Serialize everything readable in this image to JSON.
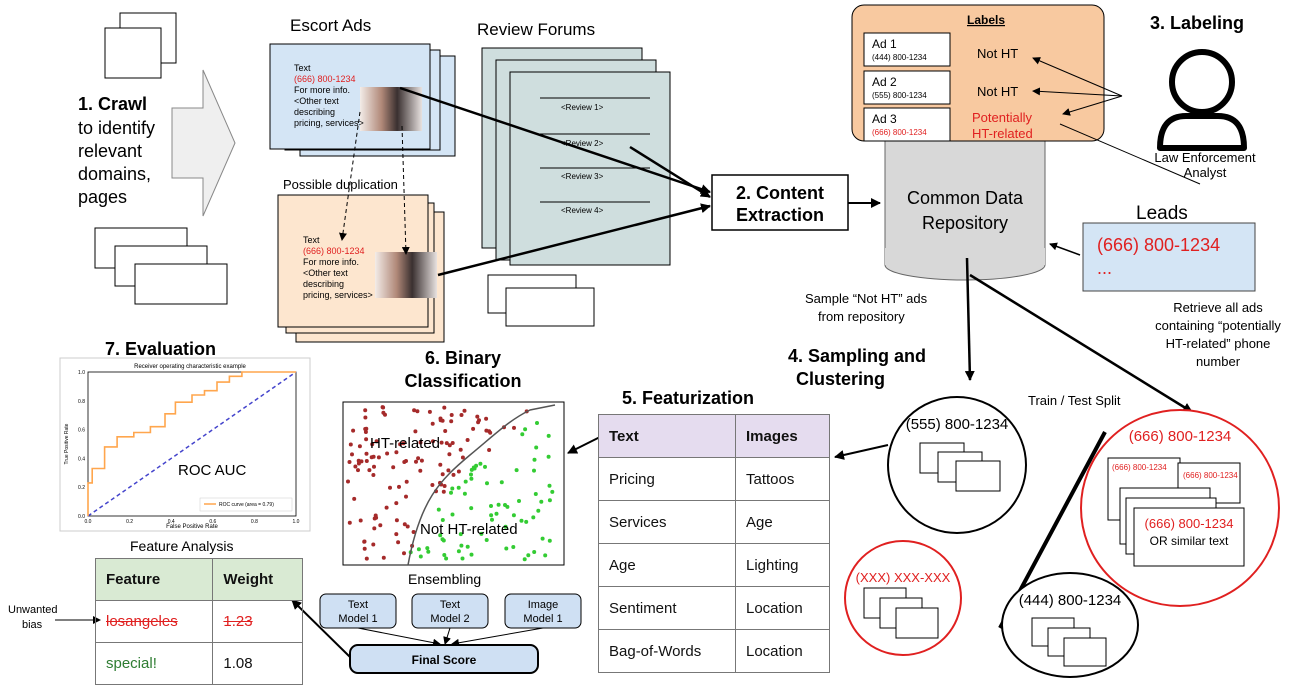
{
  "crawl": {
    "title": "1. Crawl",
    "desc": [
      "to identify",
      "relevant",
      "domains,",
      "pages"
    ]
  },
  "escort_ads": {
    "title": "Escort Ads",
    "ad_lines": [
      "Text",
      "(666) 800-1234",
      "For more info.",
      "<Other text",
      "describing",
      "pricing, services>"
    ],
    "duplication_label": "Possible duplication"
  },
  "review_forums": {
    "title": "Review Forums",
    "reviews": [
      "<Review 1>",
      "<Review 2>",
      "<Review 3>",
      "<Review 4>"
    ]
  },
  "content_extraction": {
    "label_line1": "2. Content",
    "label_line2": "Extraction"
  },
  "labeling": {
    "title": "3. Labeling",
    "panel_title": "Labels",
    "ads": [
      {
        "name": "Ad 1",
        "phone": "(444) 800-1234",
        "label": "Not HT"
      },
      {
        "name": "Ad 2",
        "phone": "(555) 800-1234",
        "label": "Not HT"
      },
      {
        "name": "Ad 3",
        "phone": "(666) 800-1234",
        "label_line1": "Potentially",
        "label_line2": "HT-related"
      }
    ],
    "analyst_line1": "Law Enforcement",
    "analyst_line2": "Analyst"
  },
  "repository": {
    "line1": "Common Data",
    "line2": "Repository"
  },
  "leads": {
    "title": "Leads",
    "phone": "(666) 800-1234",
    "more": "..."
  },
  "sampling": {
    "sample_note_line1": "Sample “Not HT” ads",
    "sample_note_line2": "from repository",
    "retrieve_note": [
      "Retrieve all ads",
      "containing “potentially",
      "HT-related” phone",
      "number"
    ],
    "title_line1": "4. Sampling and",
    "title_line2": "Clustering",
    "split_label": "Train / Test Split",
    "clusters": {
      "c555": "(555) 800-1234",
      "c666": "(666) 800-1234",
      "c666_small_a": "(666) 800-1234",
      "c666_small_b": "(666) 800-1234",
      "c666_front": "(666) 800-1234",
      "c666_similar": "OR similar text",
      "cxxx": "(XXX) XXX-XXX",
      "c444": "(444) 800-1234"
    }
  },
  "featurization": {
    "title": "5. Featurization",
    "headers": [
      "Text",
      "Images"
    ],
    "rows": [
      [
        "Pricing",
        "Tattoos"
      ],
      [
        "Services",
        "Age"
      ],
      [
        "Age",
        "Lighting"
      ],
      [
        "Sentiment",
        "Location"
      ],
      [
        "Bag-of-Words",
        "Location"
      ]
    ]
  },
  "binary": {
    "title_line1": "6. Binary",
    "title_line2": "Classification",
    "ht_label": "HT-related",
    "not_ht_label": "Not HT-related"
  },
  "ensembling": {
    "title": "Ensembling",
    "models": [
      {
        "line1": "Text",
        "line2": "Model 1"
      },
      {
        "line1": "Text",
        "line2": "Model 2"
      },
      {
        "line1": "Image",
        "line2": "Model 1"
      }
    ],
    "final": "Final Score"
  },
  "evaluation": {
    "title": "7. Evaluation",
    "plot_title": "Receiver operating characteristic example",
    "xlabel": "False Positive Rate",
    "ylabel": "True Positive Rate",
    "center_label": "ROC AUC",
    "legend": "ROC curve (area = 0.79)",
    "xticks": [
      "0.0",
      "0.2",
      "0.4",
      "0.6",
      "0.8",
      "1.0"
    ],
    "yticks": [
      "0.0",
      "0.2",
      "0.4",
      "0.6",
      "0.8",
      "1.0"
    ],
    "roc_curve": {
      "fpr": [
        0,
        0,
        0.02,
        0.02,
        0.08,
        0.08,
        0.14,
        0.14,
        0.22,
        0.22,
        0.3,
        0.3,
        0.37,
        0.37,
        0.42,
        0.42,
        0.5,
        0.5,
        0.56,
        0.56,
        0.62,
        0.62,
        0.68,
        0.68,
        0.74,
        0.74,
        1
      ],
      "tpr": [
        0,
        0.23,
        0.23,
        0.33,
        0.33,
        0.48,
        0.48,
        0.55,
        0.55,
        0.58,
        0.58,
        0.62,
        0.62,
        0.71,
        0.71,
        0.79,
        0.79,
        0.84,
        0.84,
        0.87,
        0.87,
        0.93,
        0.93,
        0.97,
        0.97,
        1.0,
        1.0
      ]
    }
  },
  "feature_analysis": {
    "title": "Feature Analysis",
    "headers": [
      "Feature",
      "Weight"
    ],
    "rows": [
      [
        "losangeles",
        "1.23"
      ],
      [
        "special!",
        "1.08"
      ]
    ],
    "bias_line1": "Unwanted",
    "bias_line2": "bias"
  },
  "colors": {
    "red": "#e02020",
    "ad_blue": "#d4e5f5",
    "ad_peach": "#fde6cf",
    "forum": "#cfdede",
    "labels_panel": "#f8c9a0",
    "green_dot": "#33cc33",
    "red_dot": "#a52a2a",
    "roc_orange": "#ffa64d",
    "roc_diag": "#4444cc"
  }
}
